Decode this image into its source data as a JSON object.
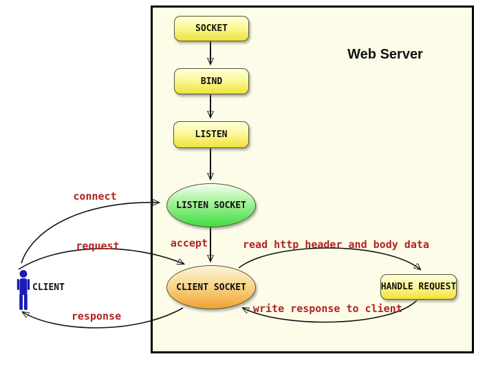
{
  "diagram": {
    "title": "Web Server",
    "nodes": {
      "socket": "SOCKET",
      "bind": "BIND",
      "listen": "LISTEN",
      "listen_socket": "LISTEN SOCKET",
      "client_socket": "CLIENT SOCKET",
      "handle_request": "HANDLE REQUEST",
      "client": "CLIENT"
    },
    "edges": {
      "connect": "connect",
      "request": "request",
      "response": "response",
      "accept": "accept",
      "read_http": "read http header and body data",
      "write_response": "write response to client"
    },
    "colors": {
      "server_bg": "#fcfce9",
      "server_border": "#000000",
      "node_border": "#55553a",
      "yellow_top": "#ffffd9",
      "yellow_bottom": "#f0e23a",
      "green_top": "#f4fff2",
      "green_bottom": "#41dc41",
      "orange_top": "#fdf4da",
      "orange_bottom": "#efa22e",
      "edge_label": "#b22222",
      "node_text": "#111111",
      "client_blue": "#1c1cb4",
      "arrow": "#111111"
    }
  }
}
